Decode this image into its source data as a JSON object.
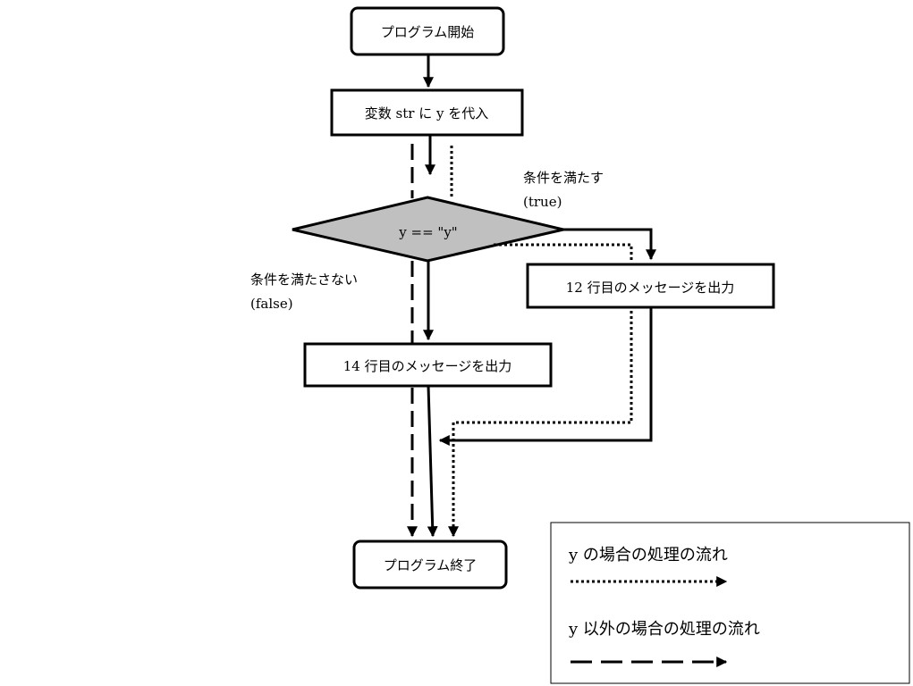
{
  "nodes": {
    "start": "プログラム開始",
    "assign": "変数 str に y を代入",
    "condition": "y == \"y\"",
    "true_box": "12 行目のメッセージを出力",
    "false_box": "14 行目のメッセージを出力",
    "end": "プログラム終了"
  },
  "labels": {
    "true_line1": "条件を満たす",
    "true_line2": "(true)",
    "false_line1": "条件を満たさない",
    "false_line2": "(false)"
  },
  "legend": {
    "dotted": "y の場合の処理の流れ",
    "dashed": "y 以外の場合の処理の流れ"
  },
  "colors": {
    "diamond_fill": "#c0c0c0",
    "line": "#000000"
  }
}
